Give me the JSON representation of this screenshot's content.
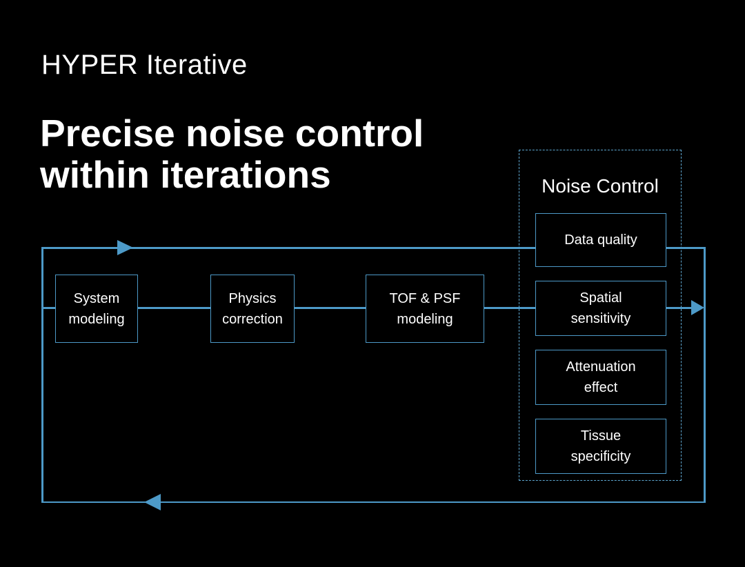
{
  "colors": {
    "background": "#000000",
    "accent": "#4d9ac8",
    "accent_dashed": "#5fa8d2",
    "text": "#ffffff"
  },
  "header": {
    "kicker": "HYPER Iterative",
    "title_line1": "Precise noise control",
    "title_line2": "within iterations"
  },
  "diagram": {
    "flow_nodes": [
      {
        "label": "System modeling"
      },
      {
        "label": "Physics correction"
      },
      {
        "label": "TOF & PSF modeling"
      }
    ],
    "noise_control": {
      "title": "Noise Control",
      "items": [
        {
          "label": "Data quality"
        },
        {
          "label": "Spatial sensitivity"
        },
        {
          "label": "Attenuation effect"
        },
        {
          "label": "Tissue specificity"
        }
      ]
    },
    "icons": {
      "feedback_forward": "arrow-right",
      "feedback_return": "arrow-left",
      "output": "arrow-right"
    }
  }
}
